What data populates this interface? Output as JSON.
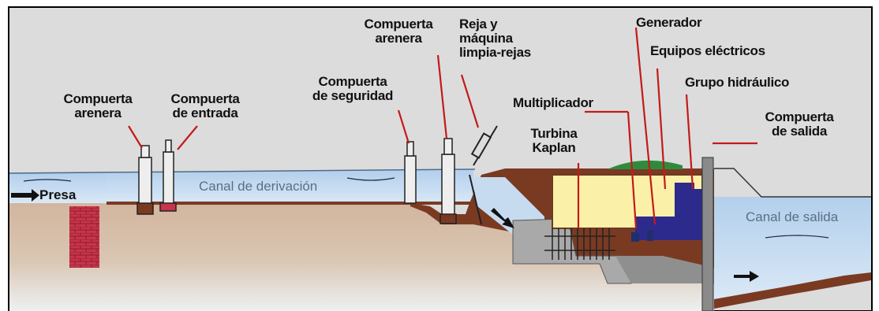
{
  "labels": {
    "compuerta_arenera_1": [
      "Compuerta",
      "arenera"
    ],
    "compuerta_entrada": [
      "Compuerta",
      "de entrada"
    ],
    "compuerta_seguridad": [
      "Compuerta",
      "de seguridad"
    ],
    "compuerta_arenera_2": [
      "Compuerta",
      "arenera"
    ],
    "reja_maquina": [
      "Reja y",
      "máquina",
      "limpia-rejas"
    ],
    "multiplicador": "Multiplicador",
    "turbina_kaplan": [
      "Turbina",
      "Kaplan"
    ],
    "generador": "Generador",
    "equipos_electricos": "Equipos eléctricos",
    "grupo_hidraulico": "Grupo hidráulico",
    "compuerta_salida": [
      "Compuerta",
      "de salida"
    ],
    "presa": "Presa",
    "canal_derivacion": "Canal de derivación",
    "canal_salida": "Canal de salida"
  },
  "colors": {
    "sky": "#dcdcdc",
    "water": "#b9d4ee",
    "soil": "#c9b29d",
    "earth_dark": "#7a3a22",
    "dam_brick": "#c8344a",
    "powerhouse": "#fbf0a8",
    "equipment": "#2c2a8c",
    "red_line": "#c41a1a"
  }
}
